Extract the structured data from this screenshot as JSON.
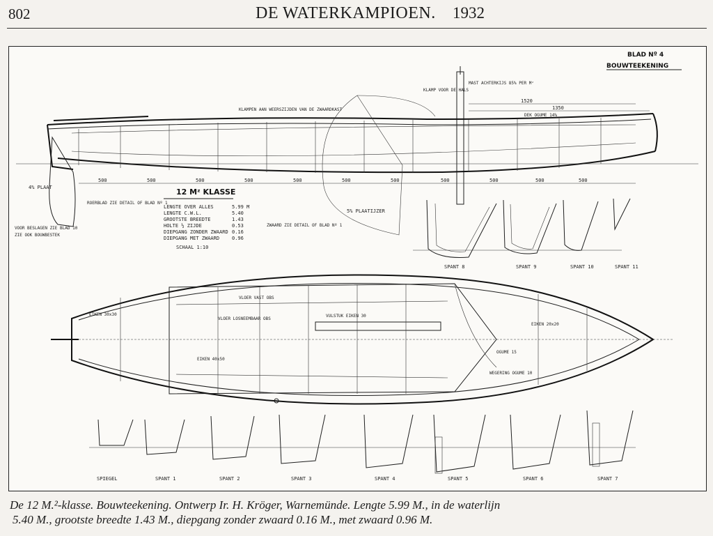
{
  "header": {
    "page_number": "802",
    "journal_title": "DE WATERKAMPIOEN.",
    "year": "1932"
  },
  "sheet": {
    "blad": "BLAD Nº 4",
    "title": "BOUWTEEKENING",
    "class_title": "12 Mᶻ KLASSE",
    "schaal": "SCHAAL 1:10",
    "roerblad_note": "ROERBLAD ZIE DETAIL OF BLAD Nº 1",
    "zwaard_note": "ZWAARD ZIE DETAIL OF BLAD Nº 1",
    "beslag_note_1": "VOOR BESLAGEN ZIE BLAD 10",
    "beslag_note_2": "ZIE OOK BOUWBESTEK",
    "plaat_note": "4% PLAAT",
    "plaat_note_2": "5% PLAATIJZER",
    "mast_note": "MAST ACHTERKIJS 85% PER Mᶻ",
    "klamp_note": "KLAMP VOOR DE HALS",
    "deck_note": "DEK OGUME 14%",
    "klampen_note": "KLAMPEN AAN WEERSZIJDEN VAN DE ZWAARDKAST",
    "dim_1520": "1520",
    "dim_1350": "1350",
    "dim_500": "500"
  },
  "specs": [
    {
      "label": "LENGTE OVER ALLES",
      "value": "5.99 M"
    },
    {
      "label": "LENGTE C.W.L.",
      "value": "5.40"
    },
    {
      "label": "GROOTSTE BREEDTE",
      "value": "1.43"
    },
    {
      "label": "HOLTE ½ ZIJDE",
      "value": "0.53"
    },
    {
      "label": "DIEPGANG ZONDER ZWAARD",
      "value": "0.16"
    },
    {
      "label": "DIEPGANG MET ZWAARD",
      "value": "0.96"
    }
  ],
  "section_labels_top": [
    "SPANT 8",
    "SPANT 9",
    "SPANT 10",
    "SPANT 11"
  ],
  "section_labels_bottom": [
    "SPIEGEL",
    "SPANT 1",
    "SPANT 2",
    "SPANT 3",
    "SPANT 4",
    "SPANT 5",
    "SPANT 6",
    "SPANT 7"
  ],
  "plan_labels": [
    "EIKEN 30x30",
    "VLOER VAST OBS",
    "VLOER LOSNEEMBAAR OBS",
    "EIKEN 40x50",
    "OGUME 15",
    "WEGERING OGUME 10",
    "EIKEN 20x20",
    "VULSTUK EIKEN 30"
  ],
  "caption": {
    "line1": "De 12 M.²-klasse. Bouwteekening. Ontwerp Ir. H. Kröger, Warnemünde. Lengte 5.99 M., in de waterlijn",
    "line2": "5.40 M., grootste breedte 1.43 M., diepgang zonder zwaard 0.16 M., met zwaard 0.96 M."
  }
}
